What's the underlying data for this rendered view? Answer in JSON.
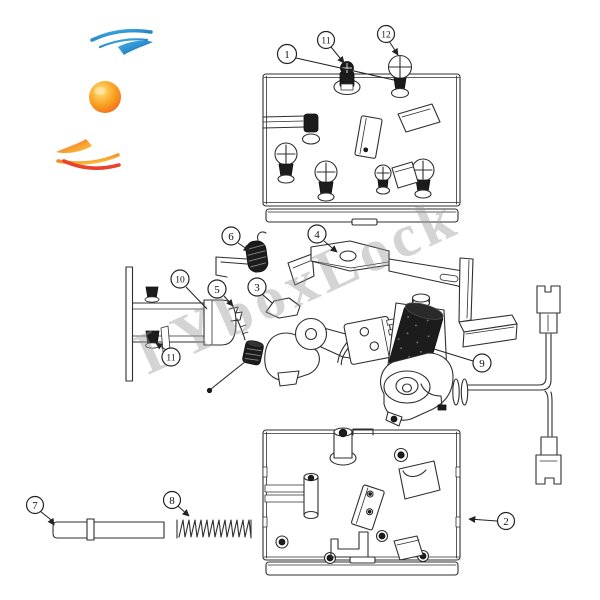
{
  "diagram": {
    "kind": "exploded-parts-diagram",
    "line_color": "#2f2f2f",
    "background": "#ffffff"
  },
  "watermark": {
    "text": "LYboxLock",
    "color": "#9a9a9a"
  },
  "logo": {
    "name": "LY swirl brand logo",
    "colors": {
      "blue_light": "#45b5e8",
      "blue_dark": "#0f62ad",
      "orange_light": "#ffd23c",
      "orange_dark": "#f05a22",
      "red": "#e8432c",
      "ball_center": "#ffe27a",
      "ball_mid": "#f89c1c",
      "ball_edge": "#ef5a24"
    }
  },
  "callouts": {
    "c1": "1",
    "c2": "2",
    "c3": "3",
    "c4": "4",
    "c5": "5",
    "c6": "6",
    "c7": "7",
    "c8": "8",
    "c9": "9",
    "c10": "10",
    "c11": "11",
    "c12": "12"
  }
}
